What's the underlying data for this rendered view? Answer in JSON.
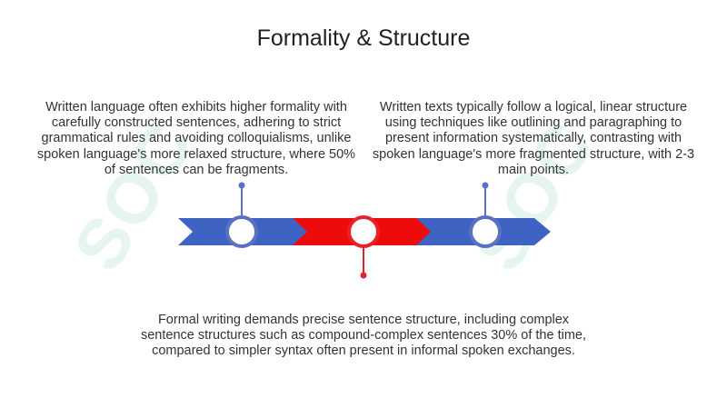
{
  "title": "Formality & Structure",
  "watermark": "SOC",
  "colors": {
    "blue": "#3e63c3",
    "red": "#ee0b0b",
    "node_blue": "#5a72c2",
    "node_red": "#e8212a",
    "text": "#333333"
  },
  "points": [
    {
      "position": "top-left",
      "text": "Written language often exhibits higher formality with carefully constructed sentences, adhering to strict grammatical rules and avoiding colloquialisms, unlike spoken language's more relaxed structure, where 50% of sentences can be fragments."
    },
    {
      "position": "bottom-center",
      "text": "Formal writing demands precise sentence structure, including complex sentence structures such as compound-complex sentences 30% of the time, compared to simpler syntax often present in informal spoken exchanges."
    },
    {
      "position": "top-right",
      "text": "Written texts typically follow a logical, linear structure using techniques like outlining and paragraphing to present information systematically, contrasting with spoken language's more fragmented structure, with 2-3 main points."
    }
  ]
}
